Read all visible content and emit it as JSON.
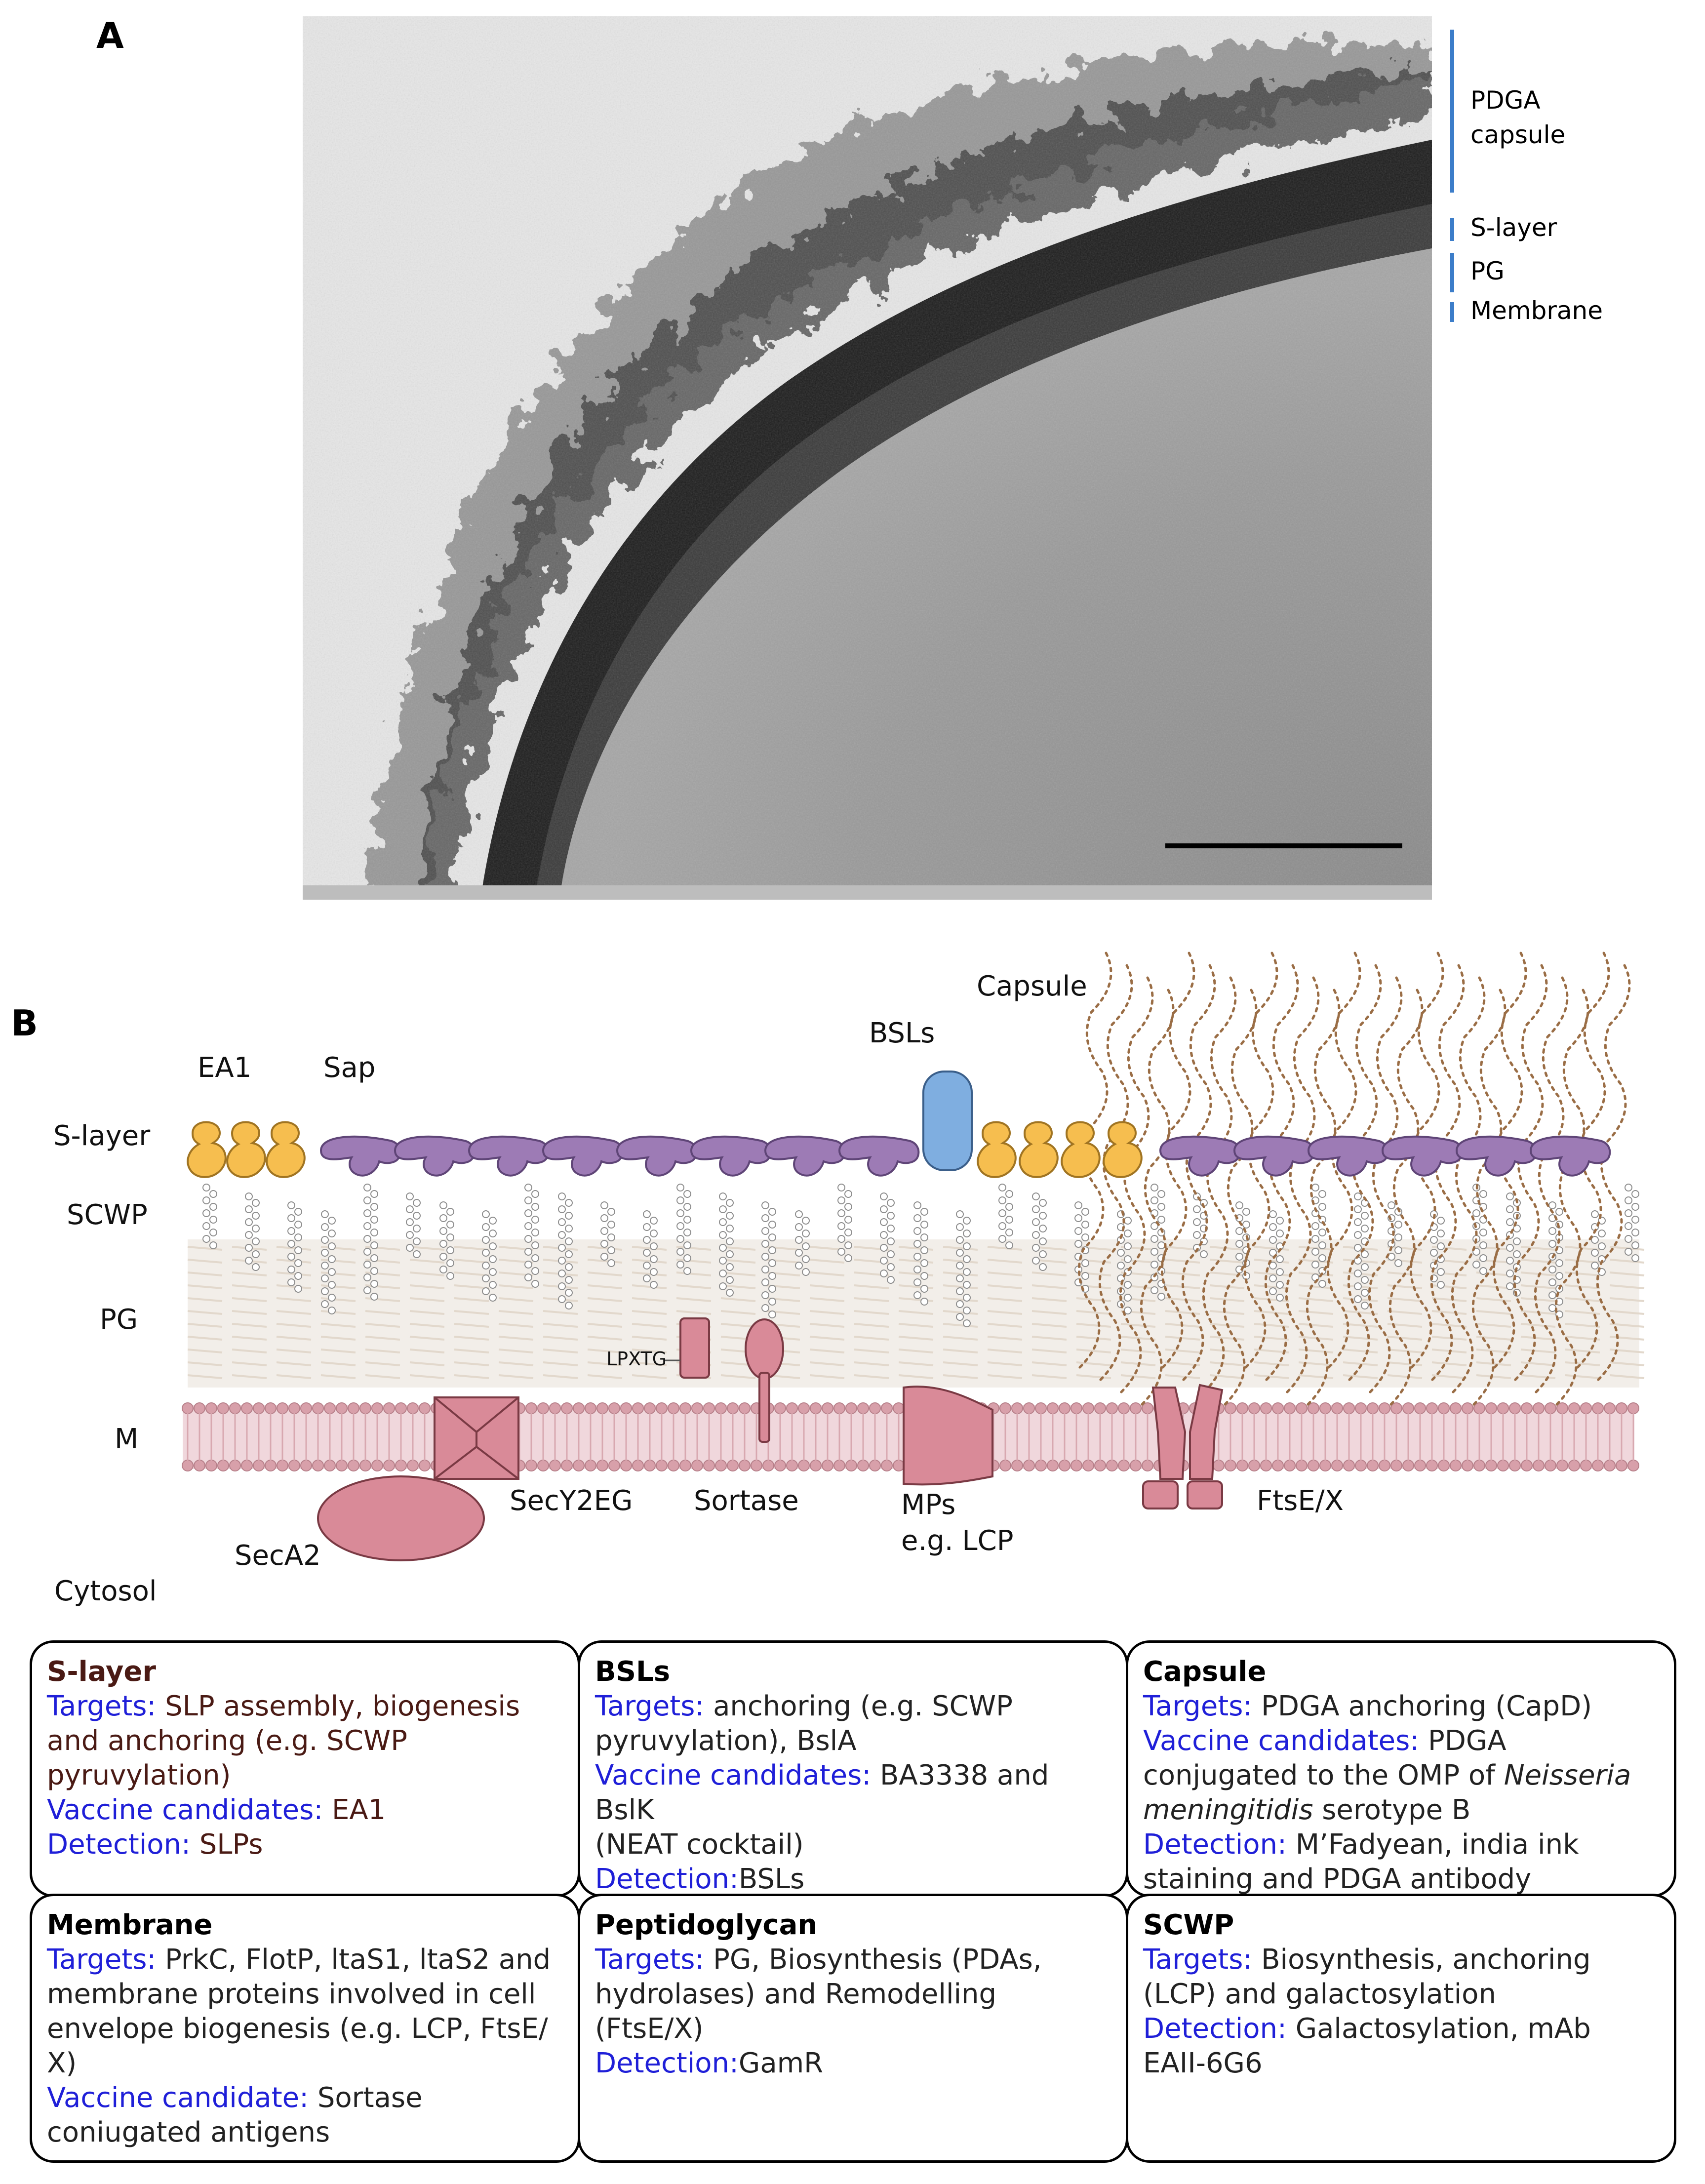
{
  "panel_a": {
    "letter": "A",
    "layer_labels": [
      "PDGA\ncapsule",
      "S-layer",
      "PG",
      "Membrane"
    ],
    "colors": {
      "bar": "#3c7dc9"
    }
  },
  "panel_b": {
    "letter": "B",
    "layer_labels": {
      "slayer": "S-layer",
      "scwp": "SCWP",
      "pg": "PG",
      "m": "M",
      "cytosol": "Cytosol"
    },
    "component_labels": {
      "ea1": "EA1",
      "sap": "Sap",
      "bsls": "BSLs",
      "capsule": "Capsule",
      "lpxtg": "LPXTG",
      "secy2eg": "SecY2EG",
      "sortase": "Sortase",
      "mps": "MPs",
      "mps_eg": "e.g. LCP",
      "ftsex": "FtsE/X",
      "seca2": "SecA2"
    },
    "colors": {
      "ea1": "#f6be4f",
      "sap": "#9d7bb5",
      "bsl": "#7faee0",
      "protein": "#d98a98",
      "membrane": "#d8a0aa",
      "capsule": "#9a6d45"
    }
  },
  "boxes": [
    {
      "title": "S-layer",
      "lines": [
        {
          "k": "Targets:",
          "v": " SLP assembly, biogenesis"
        },
        {
          "k": "",
          "v": "and anchoring (e.g. SCWP"
        },
        {
          "k": "",
          "v": "pyruvylation)"
        },
        {
          "k": "Vaccine candidates:",
          "v": " EA1"
        },
        {
          "k": "Detection:",
          "v": " SLPs"
        }
      ]
    },
    {
      "title": "BSLs",
      "lines": [
        {
          "k": "Targets:",
          "v": " anchoring (e.g. SCWP"
        },
        {
          "k": "",
          "v": "pyruvylation), BslA"
        },
        {
          "k": "Vaccine candidates:",
          "v": " BA3338 and BslK"
        },
        {
          "k": "",
          "v": "(NEAT cocktail)"
        },
        {
          "k": "Detection:",
          "v": "BSLs"
        }
      ]
    },
    {
      "title": "Capsule",
      "lines": [
        {
          "k": "Targets:",
          "v": " PDGA anchoring (CapD)"
        },
        {
          "k": "Vaccine candidates:",
          "v": " PDGA"
        },
        {
          "k": "",
          "v": "conjugated to the OMP of ",
          "i": "Neisseria"
        },
        {
          "k": "",
          "v": "",
          "i": "meningitidis",
          "v2": " serotype B"
        },
        {
          "k": "Detection:",
          "v": " M’Fadyean, india ink"
        },
        {
          "k": "",
          "v": "staining and PDGA antibody"
        }
      ]
    },
    {
      "title": "Membrane",
      "lines": [
        {
          "k": "Targets:",
          "v": " PrkC, FlotP, ltaS1, ltaS2 and"
        },
        {
          "k": "",
          "v": "membrane proteins involved in cell"
        },
        {
          "k": "",
          "v": "envelope biogenesis (e.g. LCP, FtsE/"
        },
        {
          "k": "",
          "v": "X)"
        },
        {
          "k": "Vaccine candidate:",
          "v": " Sortase"
        },
        {
          "k": "",
          "v": "coniugated antigens"
        }
      ]
    },
    {
      "title": "Peptidoglycan",
      "lines": [
        {
          "k": "Targets:",
          "v": " PG, Biosynthesis (PDAs,"
        },
        {
          "k": "",
          "v": "hydrolases) and Remodelling (FtsE/X)"
        },
        {
          "k": "Detection:",
          "v": "GamR"
        }
      ]
    },
    {
      "title": "SCWP",
      "lines": [
        {
          "k": "Targets:",
          "v": " Biosynthesis, anchoring"
        },
        {
          "k": "",
          "v": "(LCP) and galactosylation"
        },
        {
          "k": "Detection:",
          "v": " Galactosylation, mAb"
        },
        {
          "k": "",
          "v": "EAII-6G6"
        }
      ]
    }
  ]
}
